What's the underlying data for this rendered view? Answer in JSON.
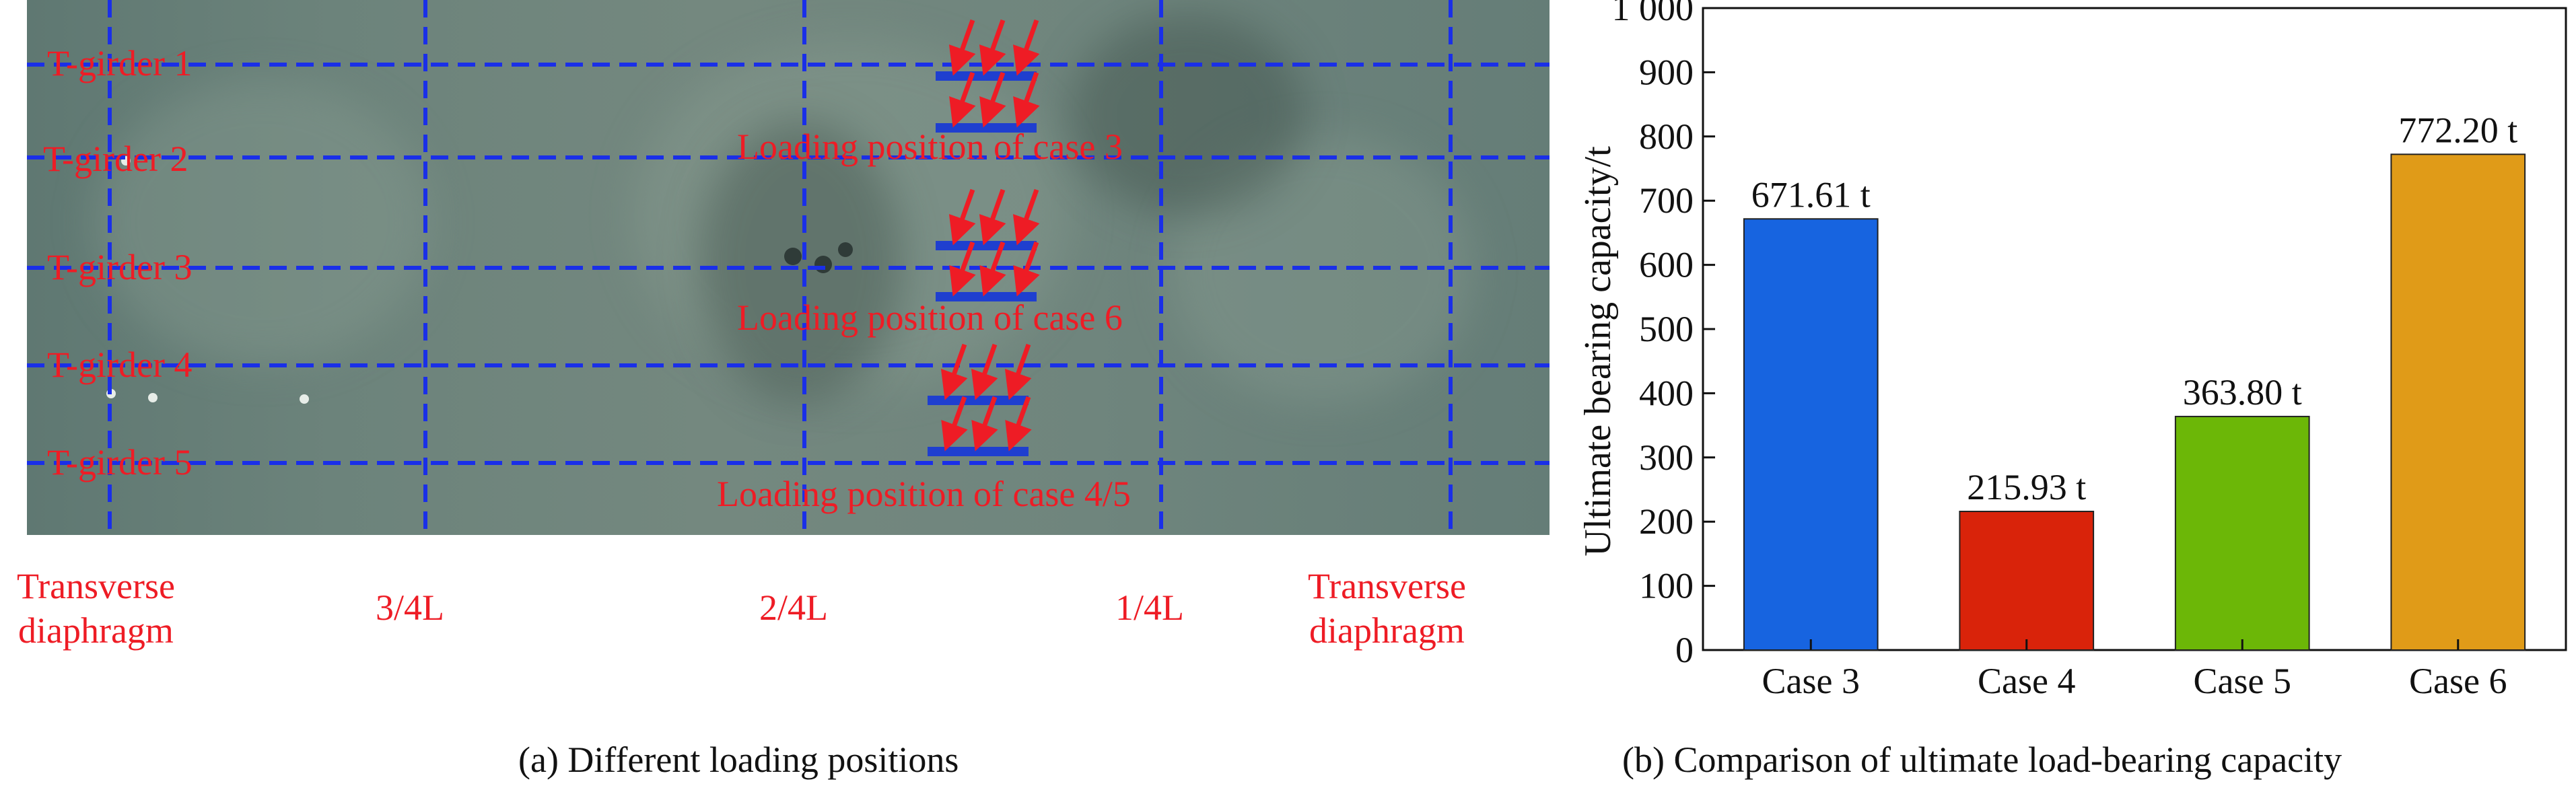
{
  "panel_a": {
    "girder_labels": [
      "T-girder 1",
      "T-girder 2",
      "T-girder 3",
      "T-girder 4",
      "T-girder 5"
    ],
    "loading_labels": [
      "Loading position of case 3",
      "Loading position of case 6",
      "Loading position of case 4/5"
    ],
    "bottom_labels": [
      {
        "line1": "Transverse",
        "line2": "diaphragm"
      },
      {
        "line1": "3/4L",
        "line2": ""
      },
      {
        "line1": "2/4L",
        "line2": ""
      },
      {
        "line1": "1/4L",
        "line2": ""
      },
      {
        "line1": "Transverse",
        "line2": "diaphragm"
      }
    ],
    "caption": "(a) Different loading positions"
  },
  "panel_b": {
    "caption": "(b) Comparison of ultimate load-bearing capacity"
  },
  "chart_data": {
    "type": "bar",
    "categories": [
      "Case 3",
      "Case 4",
      "Case 5",
      "Case 6"
    ],
    "values": [
      671.61,
      215.93,
      363.8,
      772.2
    ],
    "data_labels": [
      "671.61 t",
      "215.93 t",
      "363.80 t",
      "772.20 t"
    ],
    "colors": [
      "#1764e0",
      "#d9230a",
      "#6cb707",
      "#e09b18"
    ],
    "title": "",
    "xlabel": "",
    "ylabel": "Ultimate bearing capacity/t",
    "ylim": [
      0,
      1000
    ],
    "yticks": [
      0,
      100,
      200,
      300,
      400,
      500,
      600,
      700,
      800,
      900,
      1000
    ],
    "ytick_labels": [
      "0",
      "100",
      "200",
      "300",
      "400",
      "500",
      "600",
      "700",
      "800",
      "900",
      "1 000"
    ],
    "grid": false
  }
}
